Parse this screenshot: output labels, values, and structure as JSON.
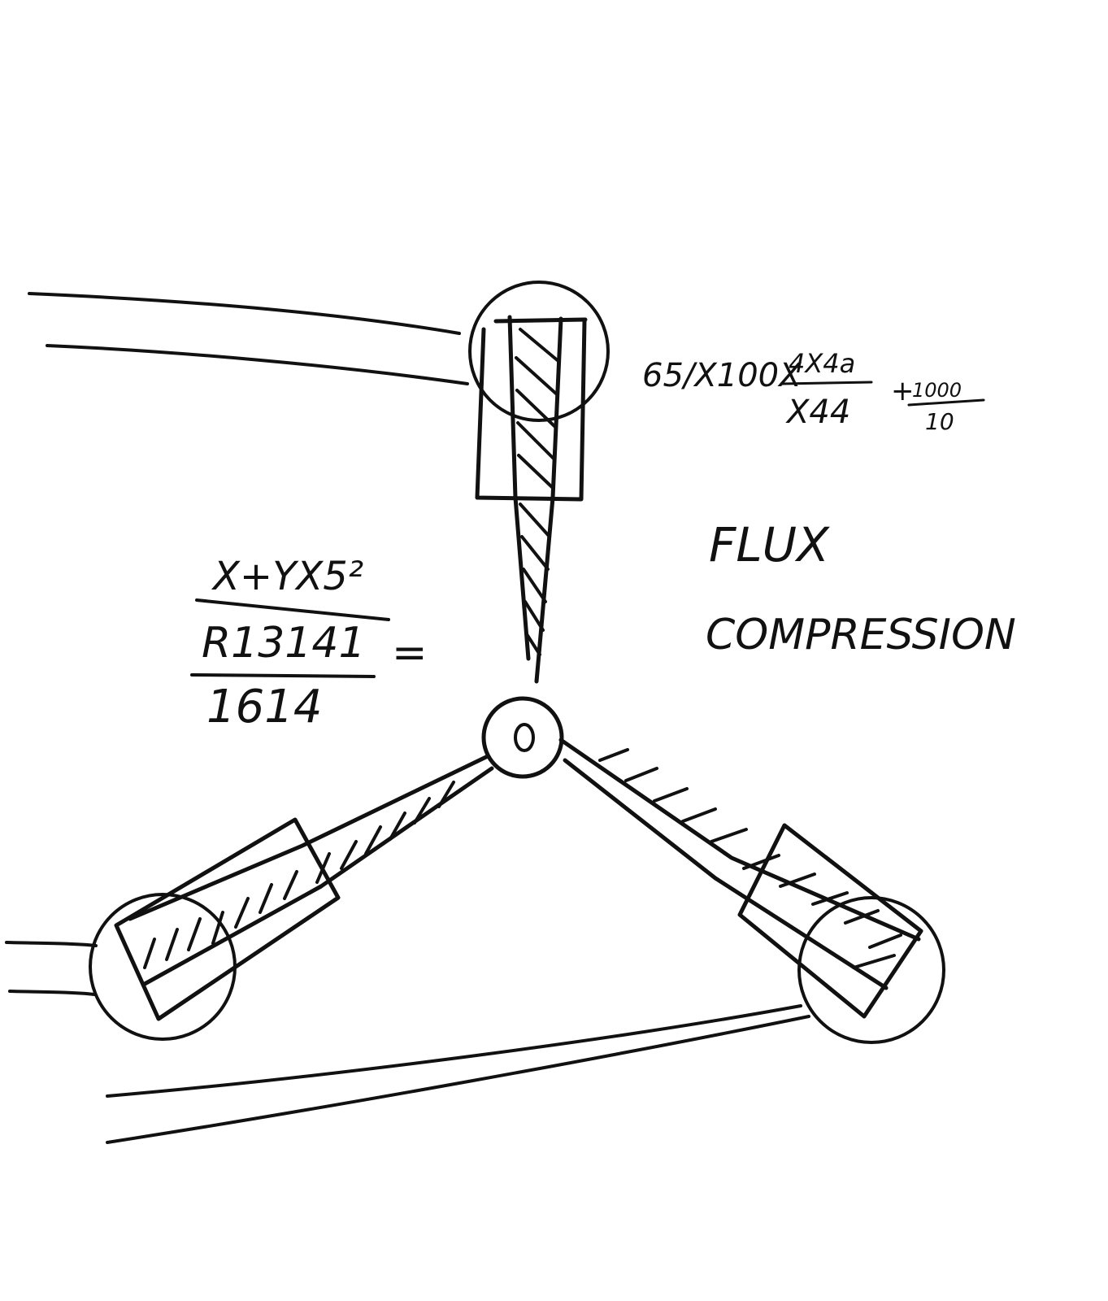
{
  "labels": {
    "title_line1": "FLUX",
    "title_line2": "COMPRESSION"
  },
  "formula_top": {
    "prefix": "65/X100X",
    "frac1_num": "4X4a",
    "frac1_den": "X44",
    "plus": "+",
    "frac2_num": "1000",
    "frac2_den": "10"
  },
  "formula_left": {
    "line1": "X+YX5²",
    "line2": "R13141",
    "line3": "1614",
    "equals": "="
  },
  "center_mark": "o",
  "colors": {
    "ink": "#111111",
    "paper": "#ffffff"
  }
}
